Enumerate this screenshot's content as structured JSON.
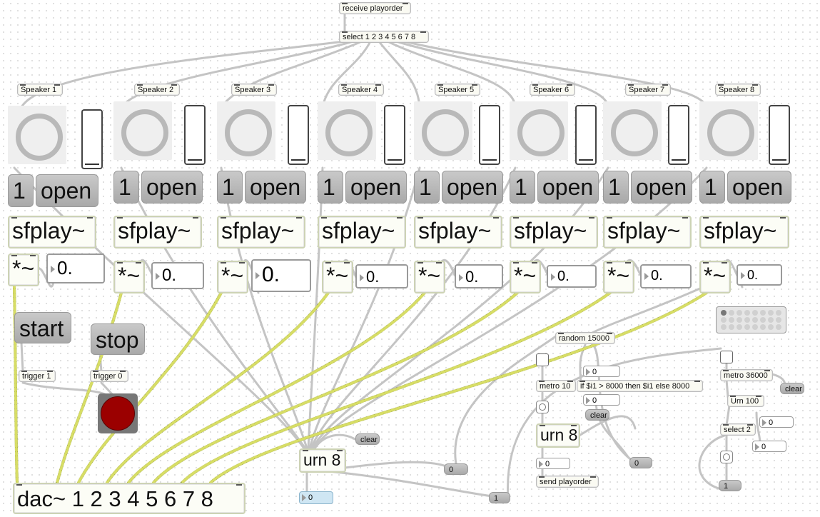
{
  "patch": {
    "receive_label": "receive playorder",
    "select_label": "select 1 2 3 4 5 6 7 8",
    "speaker_labels": [
      "Speaker 1",
      "Speaker 2",
      "Speaker 3",
      "Speaker 4",
      "Speaker 5",
      "Speaker 6",
      "Speaker 7",
      "Speaker 8"
    ],
    "channel_msg_values": [
      "1",
      "1",
      "1",
      "1",
      "1",
      "1",
      "1",
      "1"
    ],
    "open_label": "open",
    "sfplay_label": "sfplay~",
    "mult_label": "*~",
    "gain_values": [
      "0.",
      "0.",
      "0.",
      "0.",
      "0.",
      "0.",
      "0.",
      "0."
    ],
    "start_label": "start",
    "stop_label": "stop",
    "trigger1_label": "trigger 1",
    "trigger0_label": "trigger 0",
    "dac_label": "dac~ 1 2 3 4 5 6 7 8",
    "urn8_label": "urn 8",
    "clear_label": "clear",
    "urn8_number": "0",
    "random_label": "random 15000",
    "metro10_label": "metro 10",
    "if_label": "if $i1 > 8000 then $i1 else 8000",
    "if_in_number": "0",
    "if_out_number": "0",
    "urn8b_label": "urn 8",
    "urn8b_number": "0",
    "send_label": "send playorder",
    "mid_msg_a": "0",
    "mid_msg_b": "0",
    "mid_msg_c": "1",
    "metro36_label": "metro 36000",
    "urn100_label": "Urn 100",
    "select2_label": "select 2",
    "right_num_a": "0",
    "right_num_b": "0",
    "right_msg_one": "1"
  },
  "colors": {
    "signal_cord": "#b7c23a",
    "control_cord": "#c8c8c8",
    "led_on": "#9b0000"
  },
  "matrix_on_cell": 0
}
